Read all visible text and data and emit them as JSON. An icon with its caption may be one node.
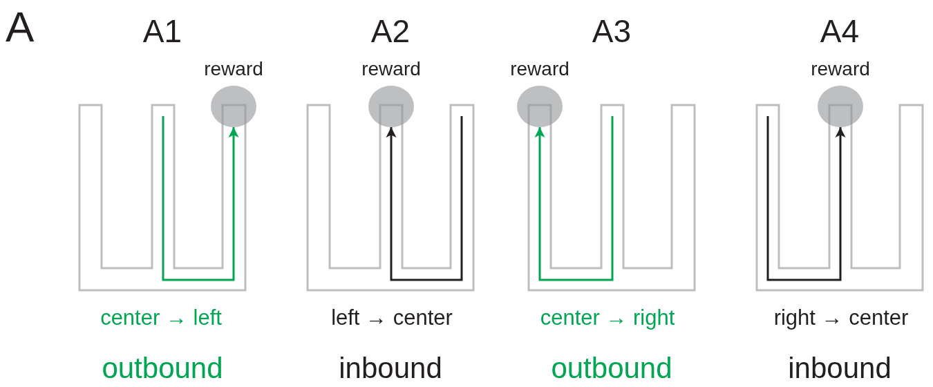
{
  "diagram": {
    "nodes": [
      {
        "text": [
          "reward"
        ]
      },
      {
        "text": [
          "reward"
        ]
      },
      {
        "text": [
          "reward"
        ]
      },
      {
        "text": [
          "reward"
        ]
      }
    ],
    "edges": [
      {
        "from": null,
        "to": 0,
        "arrow": "to",
        "color": "#00a651"
      },
      {
        "from": null,
        "to": 1,
        "arrow": "to",
        "color": "#231f20"
      },
      {
        "from": null,
        "to": 2,
        "arrow": "to",
        "color": "#00a651"
      },
      {
        "from": null,
        "to": 3,
        "arrow": "to",
        "color": "#231f20"
      }
    ],
    "labels": [
      "A",
      "A1",
      "A2",
      "A3",
      "A4",
      "center → left",
      "left → center",
      "center → right",
      "right → center",
      "outbound",
      "inbound",
      "outbound",
      "inbound"
    ]
  }
}
